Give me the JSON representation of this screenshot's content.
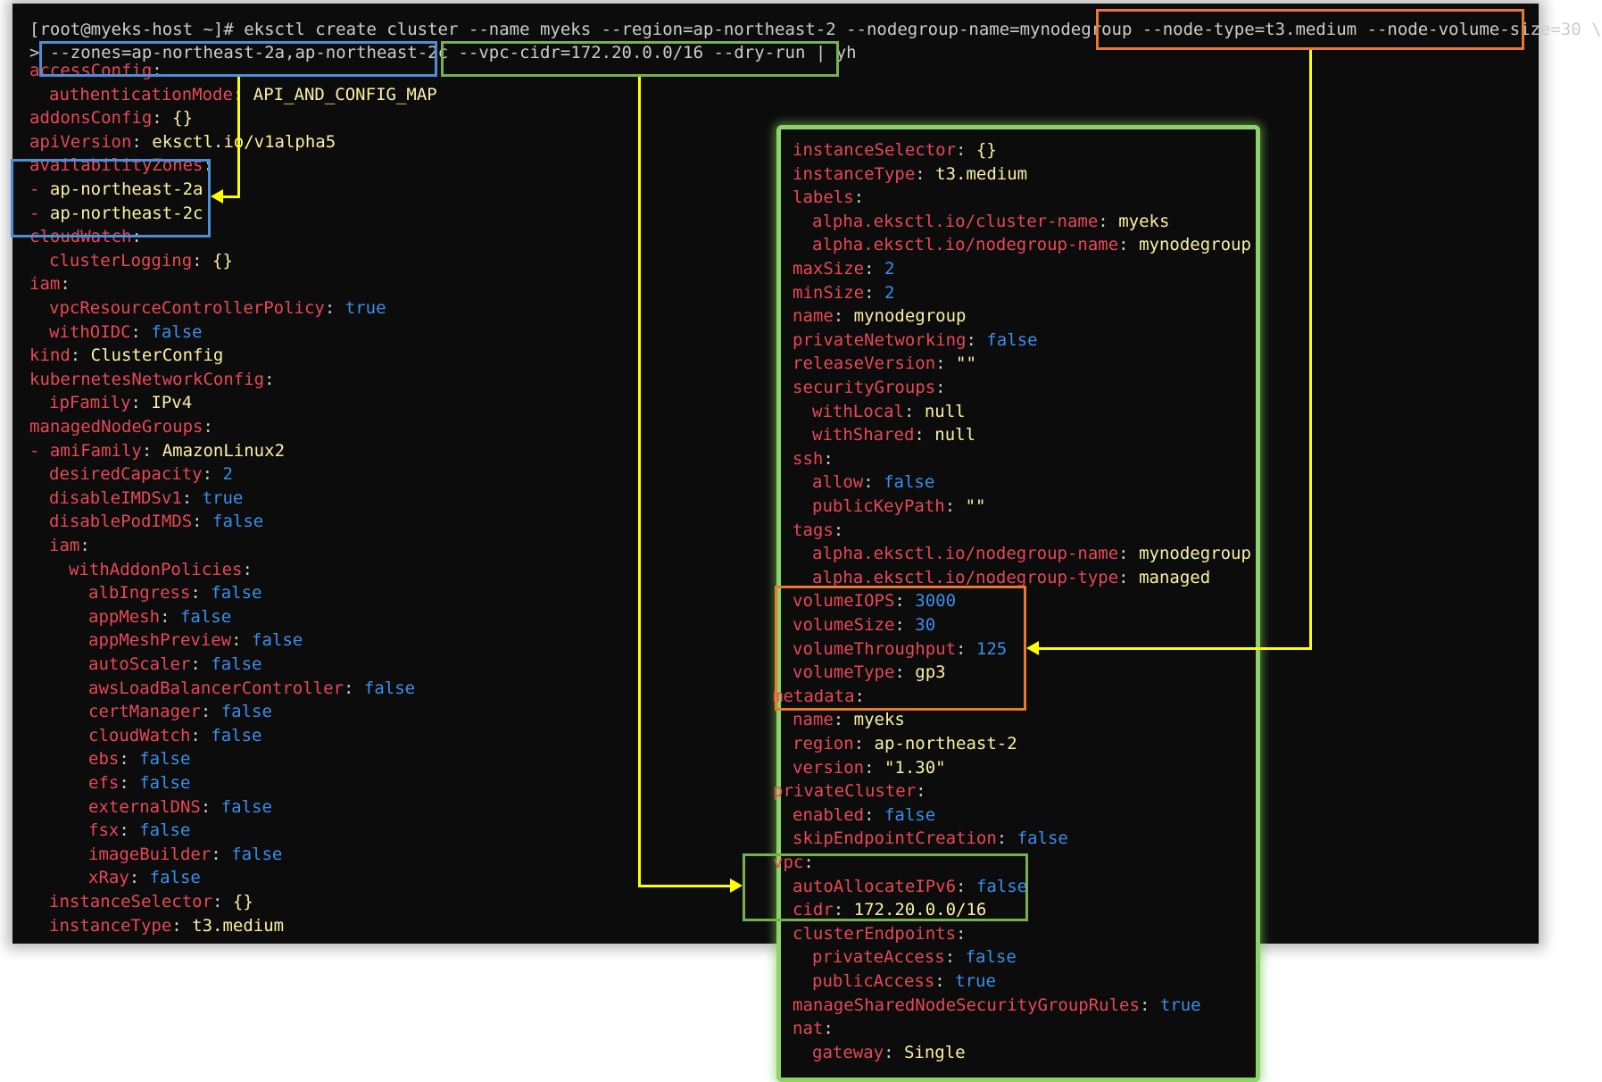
{
  "command": {
    "prompt": "[root@myeks-host ~]# ",
    "main": "eksctl create cluster --name myeks --region=ap-northeast-2 --nodegroup-name=mynodegroup ",
    "node_opts": "--node-type=t3.medium --node-volume-size=30",
    "cont": " \\",
    "prompt2": ">",
    "zones": "--zones=ap-northeast-2a,ap-northeast-2c",
    "vpc": "--vpc-cidr=172.20.0.0/16 --dry-run | yh"
  },
  "left_lines": [
    {
      "i": 0,
      "k": "accessConfig",
      "c": ":",
      "v": "",
      "t": "s"
    },
    {
      "i": 1,
      "k": "authenticationMode",
      "c": ": ",
      "v": "API_AND_CONFIG_MAP",
      "t": "s"
    },
    {
      "i": 0,
      "k": "addonsConfig",
      "c": ": ",
      "v": "{}",
      "t": "s"
    },
    {
      "i": 0,
      "k": "apiVersion",
      "c": ": ",
      "v": "eksctl.io/v1alpha5",
      "t": "s"
    },
    {
      "i": 0,
      "k": "availabilityZones",
      "c": ":",
      "v": "",
      "t": "s"
    },
    {
      "i": 0,
      "d": "- ",
      "k": "",
      "c": "",
      "v": "ap-northeast-2a",
      "t": "s"
    },
    {
      "i": 0,
      "d": "- ",
      "k": "",
      "c": "",
      "v": "ap-northeast-2c",
      "t": "s"
    },
    {
      "i": 0,
      "k": "cloudWatch",
      "c": ":",
      "v": "",
      "t": "s"
    },
    {
      "i": 1,
      "k": "clusterLogging",
      "c": ": ",
      "v": "{}",
      "t": "s"
    },
    {
      "i": 0,
      "k": "iam",
      "c": ":",
      "v": "",
      "t": "s"
    },
    {
      "i": 1,
      "k": "vpcResourceControllerPolicy",
      "c": ": ",
      "v": "true",
      "t": "b"
    },
    {
      "i": 1,
      "k": "withOIDC",
      "c": ": ",
      "v": "false",
      "t": "b"
    },
    {
      "i": 0,
      "k": "kind",
      "c": ": ",
      "v": "ClusterConfig",
      "t": "s"
    },
    {
      "i": 0,
      "k": "kubernetesNetworkConfig",
      "c": ":",
      "v": "",
      "t": "s"
    },
    {
      "i": 1,
      "k": "ipFamily",
      "c": ": ",
      "v": "IPv4",
      "t": "s"
    },
    {
      "i": 0,
      "k": "managedNodeGroups",
      "c": ":",
      "v": "",
      "t": "s"
    },
    {
      "i": 0,
      "d": "- ",
      "k": "amiFamily",
      "c": ": ",
      "v": "AmazonLinux2",
      "t": "s"
    },
    {
      "i": 1,
      "k": "desiredCapacity",
      "c": ": ",
      "v": "2",
      "t": "b"
    },
    {
      "i": 1,
      "k": "disableIMDSv1",
      "c": ": ",
      "v": "true",
      "t": "b"
    },
    {
      "i": 1,
      "k": "disablePodIMDS",
      "c": ": ",
      "v": "false",
      "t": "b"
    },
    {
      "i": 1,
      "k": "iam",
      "c": ":",
      "v": "",
      "t": "s"
    },
    {
      "i": 2,
      "k": "withAddonPolicies",
      "c": ":",
      "v": "",
      "t": "s"
    },
    {
      "i": 3,
      "k": "albIngress",
      "c": ": ",
      "v": "false",
      "t": "b"
    },
    {
      "i": 3,
      "k": "appMesh",
      "c": ": ",
      "v": "false",
      "t": "b"
    },
    {
      "i": 3,
      "k": "appMeshPreview",
      "c": ": ",
      "v": "false",
      "t": "b"
    },
    {
      "i": 3,
      "k": "autoScaler",
      "c": ": ",
      "v": "false",
      "t": "b"
    },
    {
      "i": 3,
      "k": "awsLoadBalancerController",
      "c": ": ",
      "v": "false",
      "t": "b"
    },
    {
      "i": 3,
      "k": "certManager",
      "c": ": ",
      "v": "false",
      "t": "b"
    },
    {
      "i": 3,
      "k": "cloudWatch",
      "c": ": ",
      "v": "false",
      "t": "b"
    },
    {
      "i": 3,
      "k": "ebs",
      "c": ": ",
      "v": "false",
      "t": "b"
    },
    {
      "i": 3,
      "k": "efs",
      "c": ": ",
      "v": "false",
      "t": "b"
    },
    {
      "i": 3,
      "k": "externalDNS",
      "c": ": ",
      "v": "false",
      "t": "b"
    },
    {
      "i": 3,
      "k": "fsx",
      "c": ": ",
      "v": "false",
      "t": "b"
    },
    {
      "i": 3,
      "k": "imageBuilder",
      "c": ": ",
      "v": "false",
      "t": "b"
    },
    {
      "i": 3,
      "k": "xRay",
      "c": ": ",
      "v": "false",
      "t": "b"
    },
    {
      "i": 1,
      "k": "instanceSelector",
      "c": ": ",
      "v": "{}",
      "t": "s"
    },
    {
      "i": 1,
      "k": "instanceType",
      "c": ": ",
      "v": "t3.medium",
      "t": "s"
    }
  ],
  "right_lines": [
    {
      "i": 0,
      "k": "instanceSelector",
      "c": ": ",
      "v": "{}",
      "t": "s"
    },
    {
      "i": 0,
      "k": "instanceType",
      "c": ": ",
      "v": "t3.medium",
      "t": "s"
    },
    {
      "i": 0,
      "k": "labels",
      "c": ":",
      "v": "",
      "t": "s"
    },
    {
      "i": 1,
      "k": "alpha.eksctl.io/cluster-name",
      "c": ": ",
      "v": "myeks",
      "t": "s"
    },
    {
      "i": 1,
      "k": "alpha.eksctl.io/nodegroup-name",
      "c": ": ",
      "v": "mynodegroup",
      "t": "s"
    },
    {
      "i": 0,
      "k": "maxSize",
      "c": ": ",
      "v": "2",
      "t": "b"
    },
    {
      "i": 0,
      "k": "minSize",
      "c": ": ",
      "v": "2",
      "t": "b"
    },
    {
      "i": 0,
      "k": "name",
      "c": ": ",
      "v": "mynodegroup",
      "t": "s"
    },
    {
      "i": 0,
      "k": "privateNetworking",
      "c": ": ",
      "v": "false",
      "t": "b"
    },
    {
      "i": 0,
      "k": "releaseVersion",
      "c": ": ",
      "v": "\"\"",
      "t": "s"
    },
    {
      "i": 0,
      "k": "securityGroups",
      "c": ":",
      "v": "",
      "t": "s"
    },
    {
      "i": 1,
      "k": "withLocal",
      "c": ": ",
      "v": "null",
      "t": "s"
    },
    {
      "i": 1,
      "k": "withShared",
      "c": ": ",
      "v": "null",
      "t": "s"
    },
    {
      "i": 0,
      "k": "ssh",
      "c": ":",
      "v": "",
      "t": "s"
    },
    {
      "i": 1,
      "k": "allow",
      "c": ": ",
      "v": "false",
      "t": "b"
    },
    {
      "i": 1,
      "k": "publicKeyPath",
      "c": ": ",
      "v": "\"\"",
      "t": "s"
    },
    {
      "i": 0,
      "k": "tags",
      "c": ":",
      "v": "",
      "t": "s"
    },
    {
      "i": 1,
      "k": "alpha.eksctl.io/nodegroup-name",
      "c": ": ",
      "v": "mynodegroup",
      "t": "s"
    },
    {
      "i": 1,
      "k": "alpha.eksctl.io/nodegroup-type",
      "c": ": ",
      "v": "managed",
      "t": "s"
    },
    {
      "i": 0,
      "k": "volumeIOPS",
      "c": ": ",
      "v": "3000",
      "t": "b"
    },
    {
      "i": 0,
      "k": "volumeSize",
      "c": ": ",
      "v": "30",
      "t": "b"
    },
    {
      "i": 0,
      "k": "volumeThroughput",
      "c": ": ",
      "v": "125",
      "t": "b"
    },
    {
      "i": 0,
      "k": "volumeType",
      "c": ": ",
      "v": "gp3",
      "t": "s"
    },
    {
      "i": -1,
      "k": "metadata",
      "c": ":",
      "v": "",
      "t": "s"
    },
    {
      "i": 0,
      "k": "name",
      "c": ": ",
      "v": "myeks",
      "t": "s"
    },
    {
      "i": 0,
      "k": "region",
      "c": ": ",
      "v": "ap-northeast-2",
      "t": "s"
    },
    {
      "i": 0,
      "k": "version",
      "c": ": ",
      "v": "\"1.30\"",
      "t": "s"
    },
    {
      "i": -1,
      "k": "privateCluster",
      "c": ":",
      "v": "",
      "t": "s"
    },
    {
      "i": 0,
      "k": "enabled",
      "c": ": ",
      "v": "false",
      "t": "b"
    },
    {
      "i": 0,
      "k": "skipEndpointCreation",
      "c": ": ",
      "v": "false",
      "t": "b"
    },
    {
      "i": -1,
      "k": "vpc",
      "c": ":",
      "v": "",
      "t": "s"
    },
    {
      "i": 0,
      "k": "autoAllocateIPv6",
      "c": ": ",
      "v": "false",
      "t": "b"
    },
    {
      "i": 0,
      "k": "cidr",
      "c": ": ",
      "v": "172.20.0.0/16",
      "t": "s"
    },
    {
      "i": 0,
      "k": "clusterEndpoints",
      "c": ":",
      "v": "",
      "t": "s"
    },
    {
      "i": 1,
      "k": "privateAccess",
      "c": ": ",
      "v": "false",
      "t": "b"
    },
    {
      "i": 1,
      "k": "publicAccess",
      "c": ": ",
      "v": "true",
      "t": "b"
    },
    {
      "i": 0,
      "k": "manageSharedNodeSecurityGroupRules",
      "c": ": ",
      "v": "true",
      "t": "b"
    },
    {
      "i": 0,
      "k": "nat",
      "c": ":",
      "v": "",
      "t": "s"
    },
    {
      "i": 1,
      "k": "gateway",
      "c": ": ",
      "v": "Single",
      "t": "s"
    }
  ]
}
